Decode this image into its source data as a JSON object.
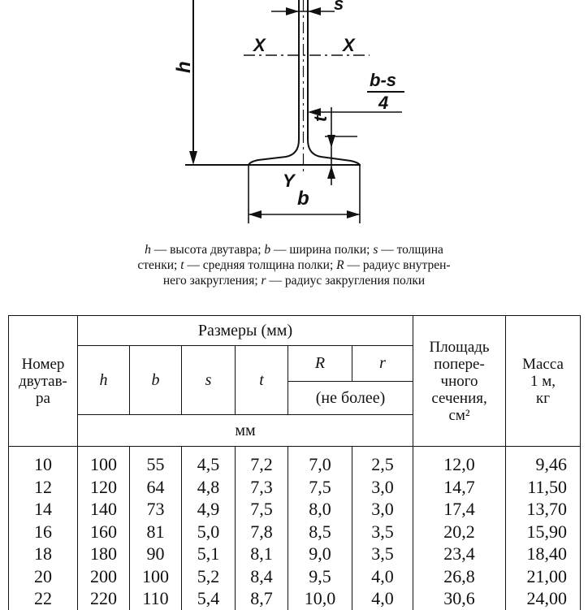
{
  "drawing": {
    "label_s": "s",
    "label_x_left": "X",
    "label_x_right": "X",
    "label_h": "h",
    "label_bs_top": "b-s",
    "label_bs_bottom": "4",
    "label_t": "t",
    "label_y": "Y",
    "label_b": "b"
  },
  "legend": {
    "line1": [
      {
        "sym": "h",
        "text": " — высота  двутавра;  "
      },
      {
        "sym": "b",
        "text": " — ширина  полки;   "
      },
      {
        "sym": "s",
        "text": " — толщина"
      }
    ],
    "line2": [
      {
        "sym": "",
        "text": "стенки; "
      },
      {
        "sym": "t",
        "text": " — средняя толщина полки; "
      },
      {
        "sym": "R",
        "text": " — радиус внутрен-"
      }
    ],
    "line3": [
      {
        "sym": "",
        "text": "него закругления; "
      },
      {
        "sym": "r",
        "text": " — радиус закругления полки"
      }
    ]
  },
  "table": {
    "header": {
      "number": "Номер двутав-ра",
      "number_lines": [
        "Номер",
        "двутав-",
        "ра"
      ],
      "dimensions": "Размеры (мм)",
      "h": "h",
      "b": "b",
      "s": "s",
      "t": "t",
      "R": "R",
      "r": "r",
      "not_more": "(не более)",
      "unit": "мм",
      "area_lines": [
        "Площадь",
        "попере-",
        "чного",
        "сечения,",
        "см²"
      ],
      "mass_lines": [
        "Масса",
        "1 м,",
        "кг"
      ]
    },
    "rows": [
      [
        "10",
        "100",
        "55",
        "4,5",
        "7,2",
        "7,0",
        "2,5",
        "12,0",
        "9,46"
      ],
      [
        "12",
        "120",
        "64",
        "4,8",
        "7,3",
        "7,5",
        "3,0",
        "14,7",
        "11,50"
      ],
      [
        "14",
        "140",
        "73",
        "4,9",
        "7,5",
        "8,0",
        "3,0",
        "17,4",
        "13,70"
      ],
      [
        "16",
        "160",
        "81",
        "5,0",
        "7,8",
        "8,5",
        "3,5",
        "20,2",
        "15,90"
      ],
      [
        "18",
        "180",
        "90",
        "5,1",
        "8,1",
        "9,0",
        "3,5",
        "23,4",
        "18,40"
      ],
      [
        "20",
        "200",
        "100",
        "5,2",
        "8,4",
        "9,5",
        "4,0",
        "26,8",
        "21,00"
      ],
      [
        "22",
        "220",
        "110",
        "5,4",
        "8,7",
        "10,0",
        "4,0",
        "30,6",
        "24,00"
      ]
    ]
  }
}
